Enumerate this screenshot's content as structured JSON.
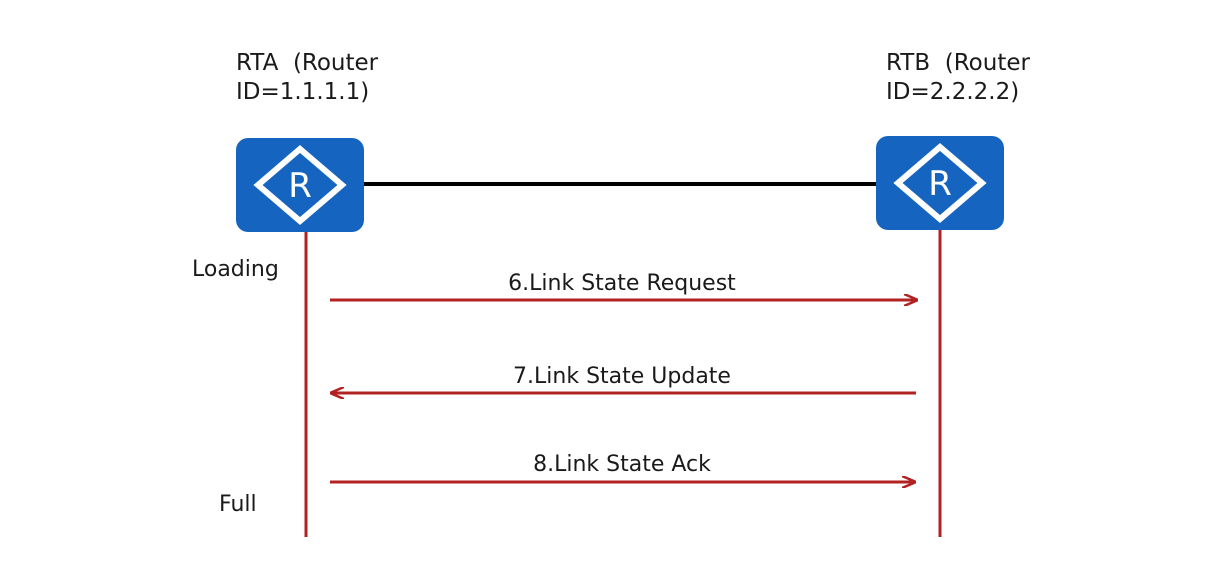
{
  "routers": {
    "rta": {
      "name": "RTA",
      "detail_line1": "(Router",
      "detail_line2": "ID=1.1.1.1)"
    },
    "rtb": {
      "name": "RTB",
      "detail_line1": "(Router",
      "detail_line2": "ID=2.2.2.2)"
    }
  },
  "router_icon_letter": "R",
  "states": {
    "loading": "Loading",
    "full": "Full"
  },
  "messages": [
    {
      "label": "6.Link State Request",
      "direction": "RTA→RTB"
    },
    {
      "label": "7.Link State Update",
      "direction": "RTB→RTA"
    },
    {
      "label": "8.Link State Ack",
      "direction": "RTA→RTB"
    }
  ],
  "colors": {
    "router_fill": "#1565c0",
    "arrow": "#b22222",
    "link": "#000000",
    "text": "#1a1a1a"
  }
}
